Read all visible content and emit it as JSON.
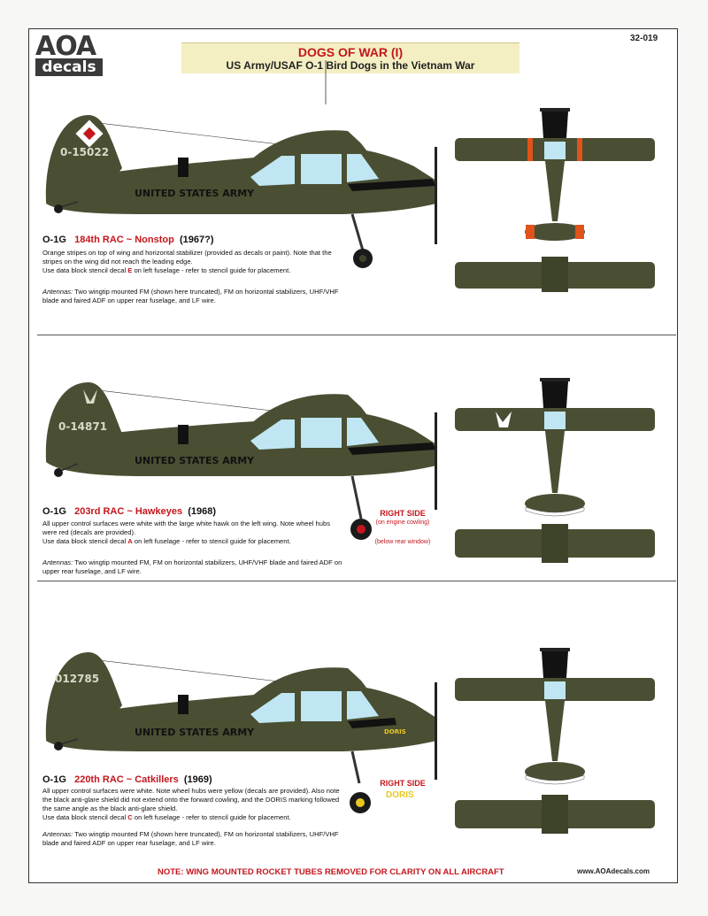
{
  "header": {
    "logo_top": "AOA",
    "logo_bottom": "decals",
    "sheet_code": "32-019",
    "title": "DOGS OF WAR (I)",
    "subtitle": "US Army/USAF O-1 Bird Dogs in the Vietnam War"
  },
  "sections": [
    {
      "type": "O-1G",
      "unit": "184th RAC ~ Nonstop",
      "year": "(1967?)",
      "description": "Orange stripes on top of wing and horizontal stabilizer (provided as decals or paint).  Note that the stripes on the wing did not reach the leading edge.",
      "stencil_pre": "Use data block stencil decal ",
      "stencil_letter": "E",
      "stencil_post": " on left fuselage - refer to stencil guide for placement.",
      "antennas_label": "Antennas:",
      "antennas": " Two wingtip mounted FM (shown here truncated), FM on horizontal stabilizers, UHF/VHF blade and faired ADF on upper rear fuselage, and LF wire.",
      "tail_number": "0-15022",
      "fuselage_text": "UNITED STATES ARMY"
    },
    {
      "type": "O-1G",
      "unit": "203rd RAC ~ Hawkeyes",
      "year": "(1968)",
      "description": "All upper control surfaces were white with the large white hawk on the left wing.  Note wheel hubs were red (decals are provided).",
      "stencil_pre": "Use data block stencil decal ",
      "stencil_letter": "A",
      "stencil_post": " on left fuselage - refer to stencil guide for placement.",
      "antennas_label": "Antennas:",
      "antennas": " Two wingtip mounted FM, FM on horizontal stabilizers, UHF/VHF blade and faired ADF on upper rear fuselage, and LF wire.",
      "tail_number": "0-14871",
      "fuselage_text": "UNITED STATES ARMY",
      "right_side": "RIGHT SIDE",
      "right_note_1": "(on engine cowling)",
      "right_note_2": "(below rear window)"
    },
    {
      "type": "O-1G",
      "unit": "220th RAC ~ Catkillers",
      "year": "(1969)",
      "description": "All upper control surfaces were white.  Note wheel hubs were yellow (decals are provided).  Also note the black anti-glare shield did not extend onto the forward cowling, and the DORIS marking followed the same angle as the black anti-glare shield.",
      "stencil_pre": "Use data block stencil decal ",
      "stencil_letter": "C",
      "stencil_post": " on left fuselage - refer to stencil guide for placement.",
      "antennas_label": "Antennas:",
      "antennas": " Two wingtip mounted FM (shown here truncated), FM on horizontal stabilizers, UHF/VHF blade and faired ADF on upper rear fuselage, and LF wire.",
      "tail_number": "012785",
      "fuselage_text": "UNITED STATES ARMY",
      "right_side": "RIGHT SIDE",
      "doris": "DORIS"
    }
  ],
  "footer": {
    "note": "NOTE: WING MOUNTED ROCKET TUBES REMOVED FOR CLARITY ON ALL AIRCRAFT",
    "url": "www.AOAdecals.com"
  },
  "colors": {
    "olive_drab": "#4a4f33",
    "accent_red": "#c4161c",
    "title_bg": "#f4efc3",
    "orange_stripe": "#e0531a",
    "canopy": "#bfe6f2",
    "doris_yellow": "#e8c820"
  }
}
